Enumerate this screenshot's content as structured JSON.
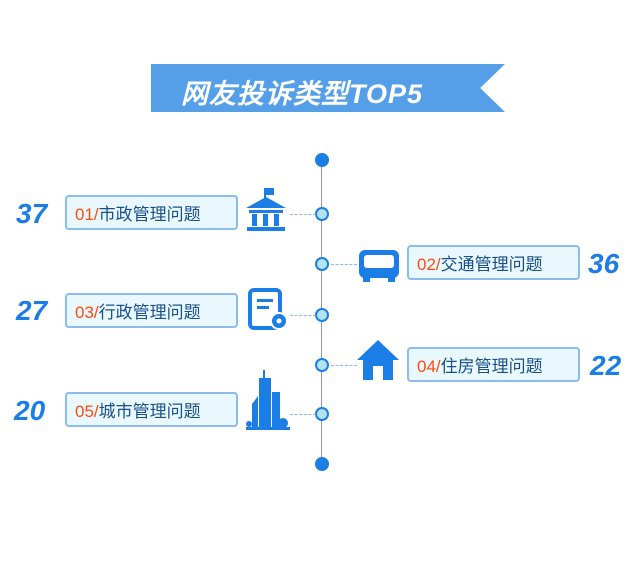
{
  "title": "网友投诉类型TOP5",
  "items": [
    {
      "rank": "01/",
      "label": "市政管理问题",
      "value": "37",
      "icon": "government-building-icon"
    },
    {
      "rank": "02/",
      "label": "交通管理问题",
      "value": "36",
      "icon": "bus-icon"
    },
    {
      "rank": "03/",
      "label": "行政管理问题",
      "value": "27",
      "icon": "document-gear-icon"
    },
    {
      "rank": "04/",
      "label": "住房管理问题",
      "value": "22",
      "icon": "house-icon"
    },
    {
      "rank": "05/",
      "label": "城市管理问题",
      "value": "20",
      "icon": "city-buildings-icon"
    }
  ],
  "colors": {
    "accent": "#1a7ee6",
    "banner": "#559fe8",
    "rank": "#ff4a10"
  }
}
